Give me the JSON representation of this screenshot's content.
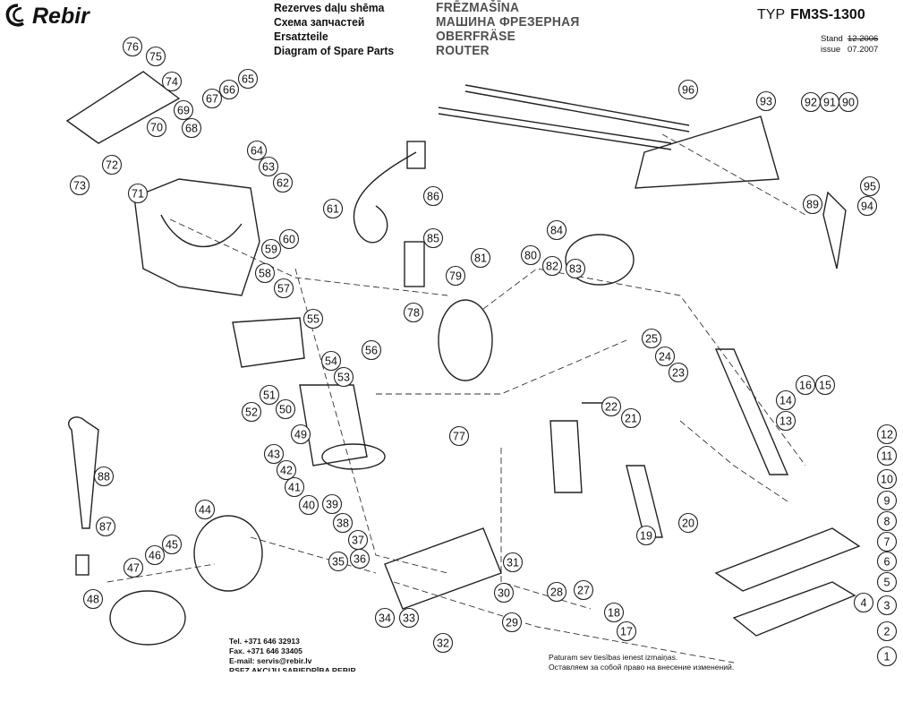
{
  "brand": {
    "name": "Rebir"
  },
  "title_lines": {
    "latvian": "Rezerves daļu shēma",
    "russian": "Схема запчастей",
    "german": "Ersatzteile",
    "english": "Diagram of Spare Parts"
  },
  "product_names": {
    "latvian": "FRĒZMAŠĪNA",
    "russian": "МАШИНА ФРЕЗЕРНАЯ",
    "german": "OBERFRÄSE",
    "english": "ROUTER"
  },
  "type_label": "TYP",
  "model": "FM3S-1300",
  "stand_label": "Stand",
  "stand_value": "12.2006",
  "issue_label": "issue",
  "issue_value": "07.2007",
  "contacts": {
    "tel": "Tel. +371 646 32913",
    "fax": "Fax. +371 646 33405",
    "email": "E-mail: servis@rebir.lv",
    "company": "RSEZ AKCIJU SABIEDRĪBA REBIR"
  },
  "rights_notice": {
    "latvian": "Paturam sev tiesības ienest izmaiņas.",
    "russian": "Оставляем за собой право на внесение изменений."
  },
  "part_numbers": [
    "1",
    "2",
    "3",
    "4",
    "5",
    "6",
    "7",
    "8",
    "9",
    "10",
    "11",
    "12",
    "13",
    "14",
    "15",
    "16",
    "17",
    "18",
    "19",
    "20",
    "21",
    "22",
    "23",
    "24",
    "25",
    "27",
    "28",
    "29",
    "30",
    "31",
    "32",
    "33",
    "34",
    "35",
    "36",
    "37",
    "38",
    "39",
    "40",
    "41",
    "42",
    "43",
    "44",
    "45",
    "46",
    "47",
    "48",
    "49",
    "50",
    "51",
    "52",
    "53",
    "54",
    "55",
    "56",
    "57",
    "58",
    "59",
    "60",
    "61",
    "62",
    "63",
    "64",
    "65",
    "66",
    "67",
    "68",
    "69",
    "70",
    "71",
    "72",
    "73",
    "74",
    "75",
    "76",
    "77",
    "78",
    "79",
    "80",
    "81",
    "82",
    "83",
    "84",
    "85",
    "86",
    "87",
    "88",
    "89",
    "90",
    "91",
    "92",
    "93",
    "94",
    "95",
    "96"
  ]
}
